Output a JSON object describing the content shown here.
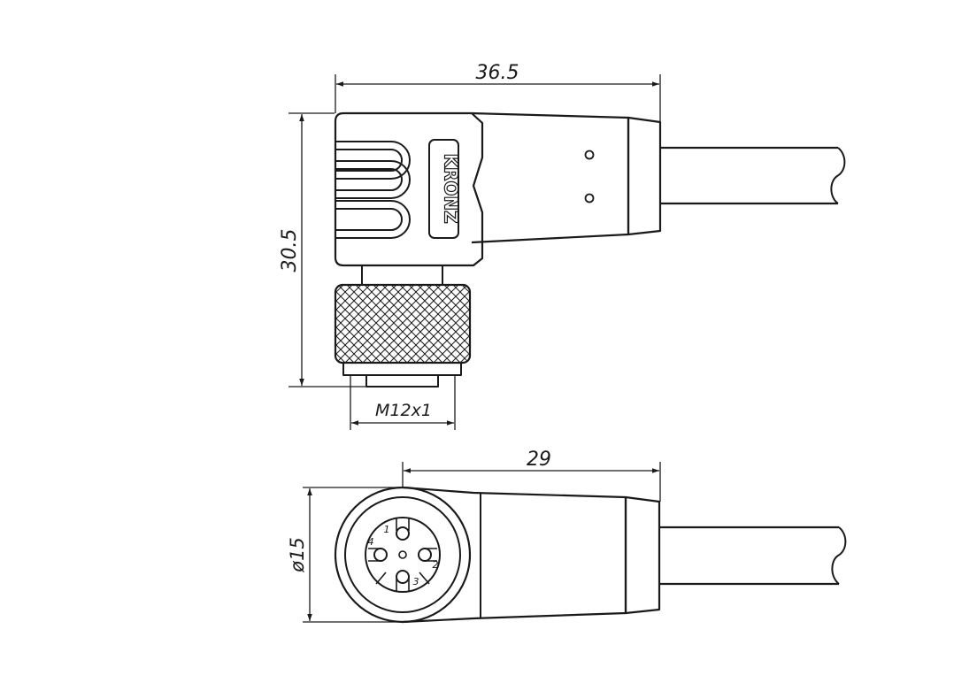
{
  "drawing": {
    "brand_logo": "KRONZ",
    "top_view": {
      "width_dimension": "36.5",
      "height_dimension": "30.5",
      "thread_dimension": "M12x1"
    },
    "front_view": {
      "length_dimension": "29",
      "diameter_dimension": "ø15",
      "pin_labels": [
        "1",
        "2",
        "3",
        "4"
      ]
    }
  },
  "colors": {
    "line": "#1a1a1a",
    "background": "#ffffff"
  }
}
